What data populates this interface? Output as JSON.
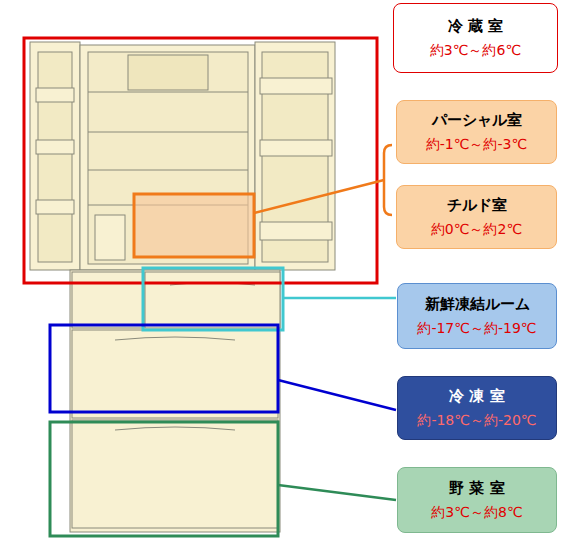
{
  "diagram": {
    "nodes": [
      {
        "text": [
          "冷 蔵 室",
          "約3℃～約6℃"
        ]
      },
      {
        "text": [
          "パーシャル室",
          "約-1℃～約-3℃"
        ]
      },
      {
        "text": [
          "チルド室",
          "約0℃～約2℃"
        ]
      },
      {
        "text": [
          "新鮮凍結ルーム",
          "約-17℃～約-19℃"
        ]
      },
      {
        "text": [
          "冷 凍 室",
          "約-18℃～約-20℃"
        ]
      },
      {
        "text": [
          "野 菜 室",
          "約3℃～約8℃"
        ]
      }
    ]
  }
}
